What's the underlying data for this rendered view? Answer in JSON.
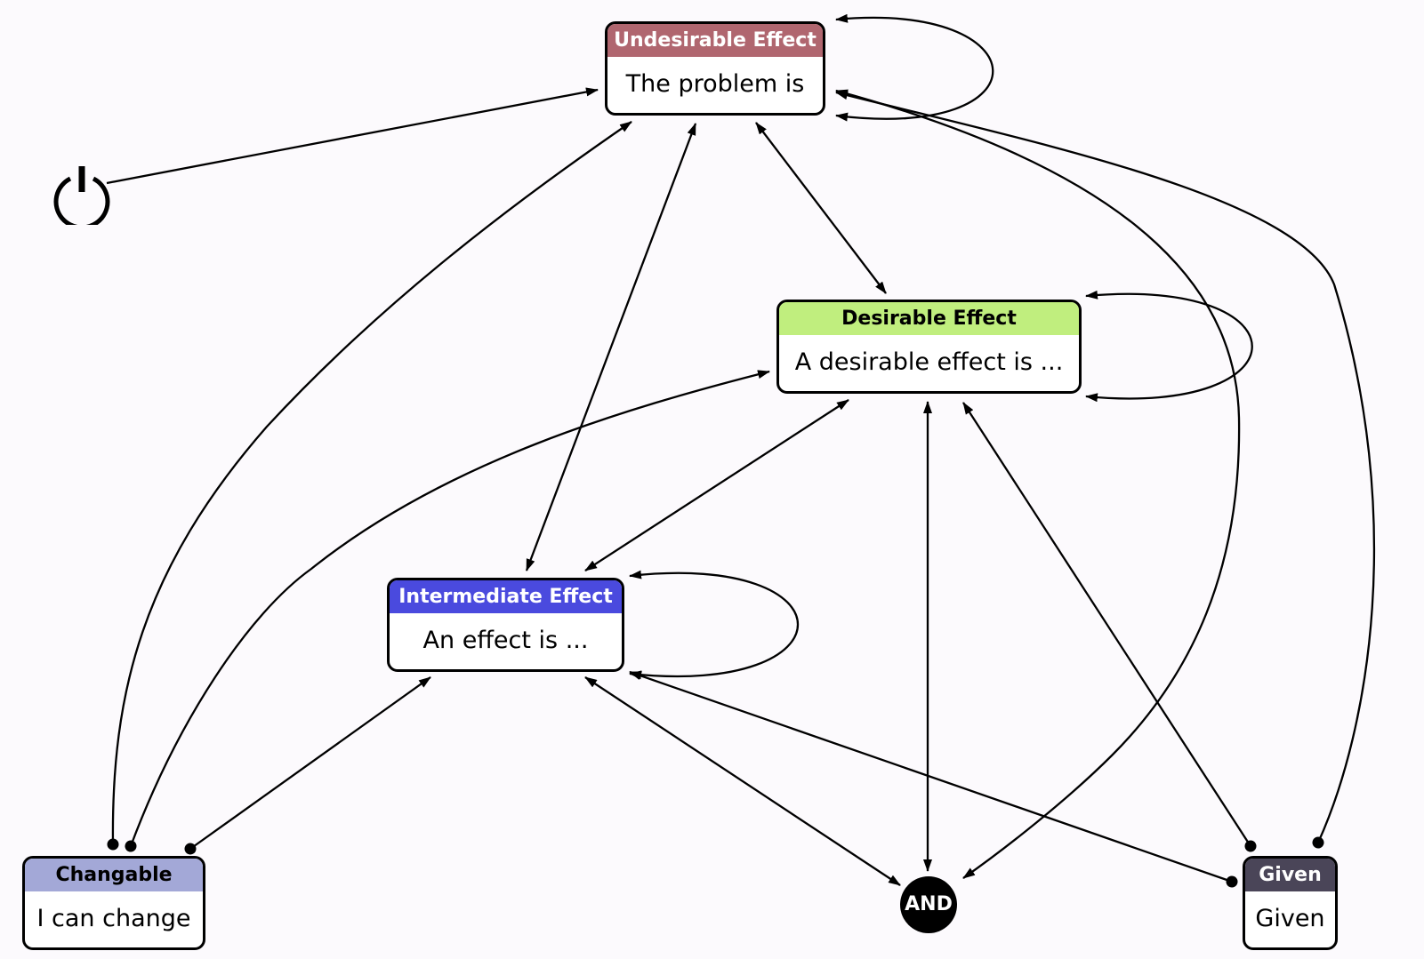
{
  "nodes": {
    "undesirable": {
      "title": "Undesirable Effect",
      "text": "The problem is",
      "header_color": "#b0666f",
      "title_color": "#ffffff"
    },
    "desirable": {
      "title": "Desirable Effect",
      "text": "A desirable effect is ...",
      "header_color": "#c0ee7e",
      "title_color": "#000000"
    },
    "intermediate": {
      "title": "Intermediate Effect",
      "text": "An effect is ...",
      "header_color": "#4a4ade",
      "title_color": "#ffffff"
    },
    "changable": {
      "title": "Changable",
      "text": "I can change",
      "header_color": "#a3a8d7",
      "title_color": "#000000"
    },
    "given": {
      "title": "Given",
      "text": "Given",
      "header_color": "#4a4558",
      "title_color": "#ffffff"
    }
  },
  "and_node": {
    "label": "AND"
  },
  "icons": {
    "power": "power-icon"
  }
}
